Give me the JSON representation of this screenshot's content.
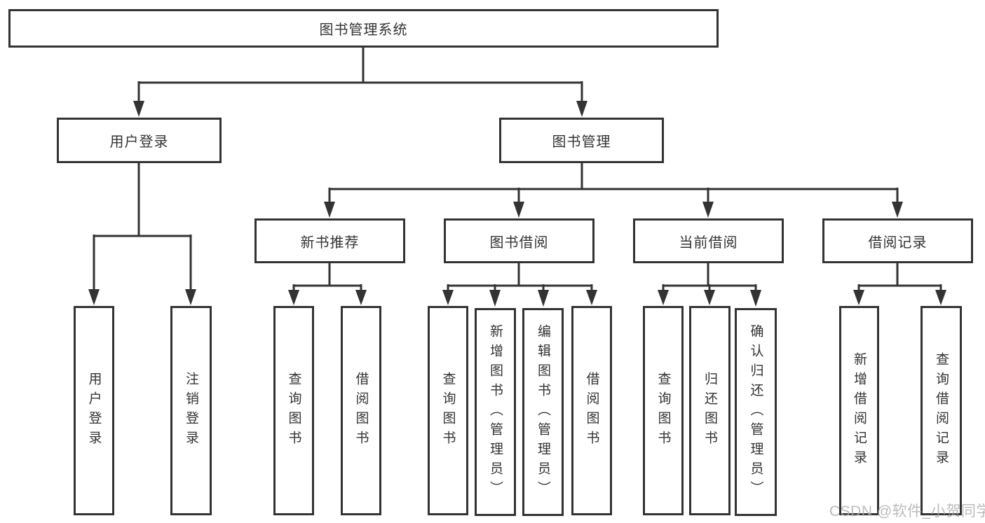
{
  "nodes": {
    "root": {
      "label": "图书管理系统"
    },
    "level2": [
      {
        "label": "用户登录"
      },
      {
        "label": "图书管理"
      }
    ],
    "level3": [
      {
        "label": "新书推荐"
      },
      {
        "label": "图书借阅"
      },
      {
        "label": "当前借阅"
      },
      {
        "label": "借阅记录"
      }
    ],
    "leaves": {
      "user_login": [
        {
          "label": "用户登录"
        },
        {
          "label": "注销登录"
        }
      ],
      "new_book_recommend": [
        {
          "label": "查询图书"
        },
        {
          "label": "借阅图书"
        }
      ],
      "book_borrow": [
        {
          "label": "查询图书"
        },
        {
          "label": "新增图书（管理员）"
        },
        {
          "label": "编辑图书（管理员）"
        },
        {
          "label": "借阅图书"
        }
      ],
      "current_borrow": [
        {
          "label": "查询图书"
        },
        {
          "label": "归还图书"
        },
        {
          "label": "确认归还（管理员）"
        }
      ],
      "borrow_records": [
        {
          "label": "新增借阅记录"
        },
        {
          "label": "查询借阅记录"
        }
      ]
    }
  },
  "watermark": "CSDN @软件_小贺同学",
  "colors": {
    "line": "#333333",
    "box_border": "#333333",
    "text": "#333333",
    "background": "#ffffff",
    "watermark": "#b0b0b0"
  }
}
